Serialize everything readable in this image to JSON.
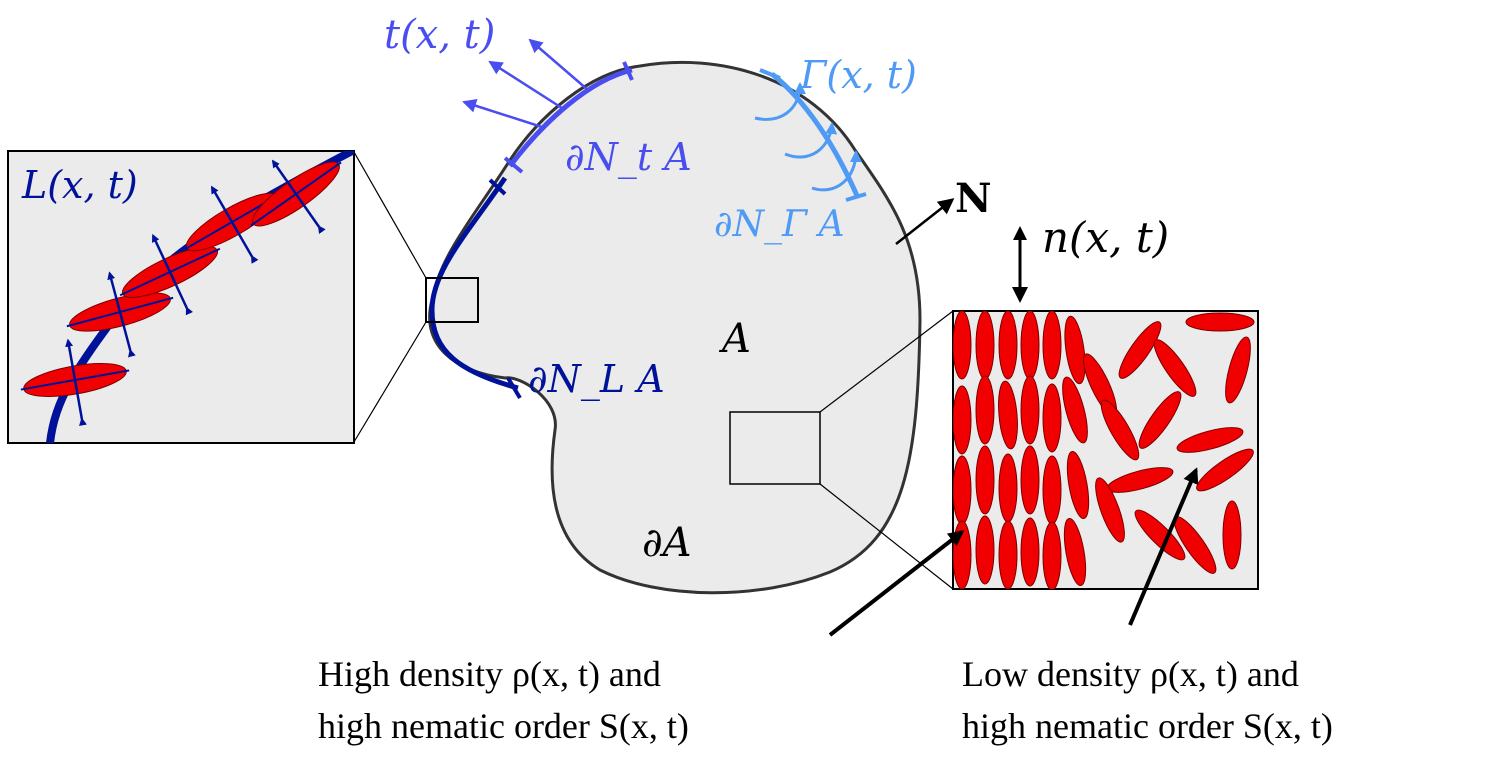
{
  "labels": {
    "traction": "t(x, t)",
    "couple": "Γ(x, t)",
    "torque_inset": "L(x, t)",
    "boundary_t": "∂N_t A",
    "boundary_gamma": "∂N_Γ A",
    "boundary_L": "∂N_L A",
    "domain": "A",
    "boundary": "∂A",
    "normal_ref": "N",
    "director": "n(x, t)"
  },
  "captions": {
    "high_line1": "High density ρ(x, t) and",
    "high_line2": "high nematic order S(x, t)",
    "low_line1": "Low density ρ(x, t) and",
    "low_line2": "high nematic order S(x, t)"
  },
  "colors": {
    "dark_blue": "#00129a",
    "mid_blue": "#4a4ef0",
    "light_blue": "#4f9af5",
    "domain_fill": "#ebebeb",
    "particle_red": "#f00000"
  }
}
